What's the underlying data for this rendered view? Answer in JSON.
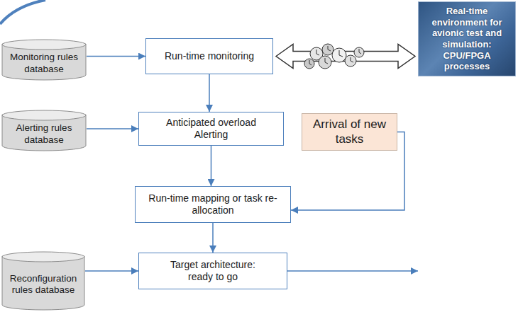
{
  "diagram": {
    "nodes": [
      {
        "text": [
          "Monitoring rules database"
        ]
      },
      {
        "text": [
          "Run-time monitoring"
        ]
      },
      {
        "text": [
          "Real-time environment for avionic test and simulation: CPU/FPGA processes"
        ]
      },
      {
        "text": [
          "Alerting rules database"
        ]
      },
      {
        "text": [
          "Anticipated overload Alerting"
        ]
      },
      {
        "text": [
          "Arrival of new tasks"
        ]
      },
      {
        "text": [
          "Run-time mapping or task re-allocation"
        ]
      },
      {
        "text": [
          "Reconfiguration rules database"
        ]
      },
      {
        "text": [
          "Target architecture: ready to go"
        ]
      }
    ],
    "edges": [
      {
        "from": 0,
        "to": 1,
        "arrow": "to"
      },
      {
        "from": 1,
        "to": 2,
        "arrow": "both"
      },
      {
        "from": 1,
        "to": 4,
        "arrow": "to"
      },
      {
        "from": 3,
        "to": 4,
        "arrow": "to"
      },
      {
        "from": 4,
        "to": 6,
        "arrow": "to"
      },
      {
        "from": 5,
        "to": 6,
        "arrow": "to"
      },
      {
        "from": 6,
        "to": 8,
        "arrow": "to"
      },
      {
        "from": 7,
        "to": 8,
        "arrow": "to"
      },
      {
        "from": 8,
        "to": 2,
        "arrow": "to"
      }
    ]
  }
}
